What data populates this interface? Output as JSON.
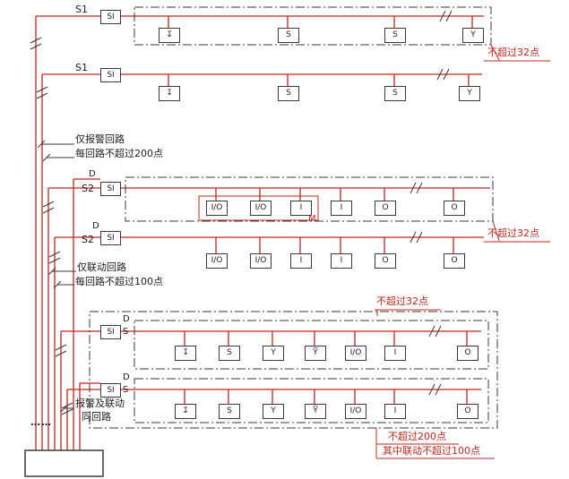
{
  "colors": {
    "wire": "#c0271f",
    "ink": "#3a3a3a"
  },
  "labels": {
    "si": "SI",
    "s1": "S1",
    "s2": "S2",
    "d": "D",
    "s": "S",
    "m": "M",
    "dots": "……"
  },
  "notes": {
    "alarm_only": "仅报警回路",
    "alarm_limit": "每回路不超过200点",
    "linkage_only": "仅联动回路",
    "linkage_limit": "每回路不超过100点",
    "both_line1": "报警及联动",
    "both_line2": "同回路",
    "max32_top": "不超过32点",
    "max32_mid": "不超过32点",
    "max32_bottom": "不超过32点",
    "max200_bottom": "不超过200点",
    "linkage100_bottom": "其中联动不超过100点"
  },
  "loops": [
    {
      "id": "alarm-loop-1",
      "devices": [
        "↧",
        "S",
        "S",
        "Y"
      ]
    },
    {
      "id": "alarm-loop-2",
      "devices": [
        "↧",
        "S",
        "S",
        "Y"
      ]
    },
    {
      "id": "linkage-loop-1",
      "devices": [
        "I/O",
        "I/O",
        "I",
        "I",
        "O",
        "O"
      ]
    },
    {
      "id": "linkage-loop-2",
      "devices": [
        "I/O",
        "I/O",
        "I",
        "I",
        "O",
        "O"
      ]
    },
    {
      "id": "combined-loop-1",
      "devices": [
        "↧",
        "S",
        "Y",
        "Y̅",
        "I/O",
        "I",
        "O"
      ]
    },
    {
      "id": "combined-loop-2",
      "devices": [
        "↧",
        "S",
        "Y",
        "Y̅",
        "I/O",
        "I",
        "O"
      ]
    }
  ]
}
